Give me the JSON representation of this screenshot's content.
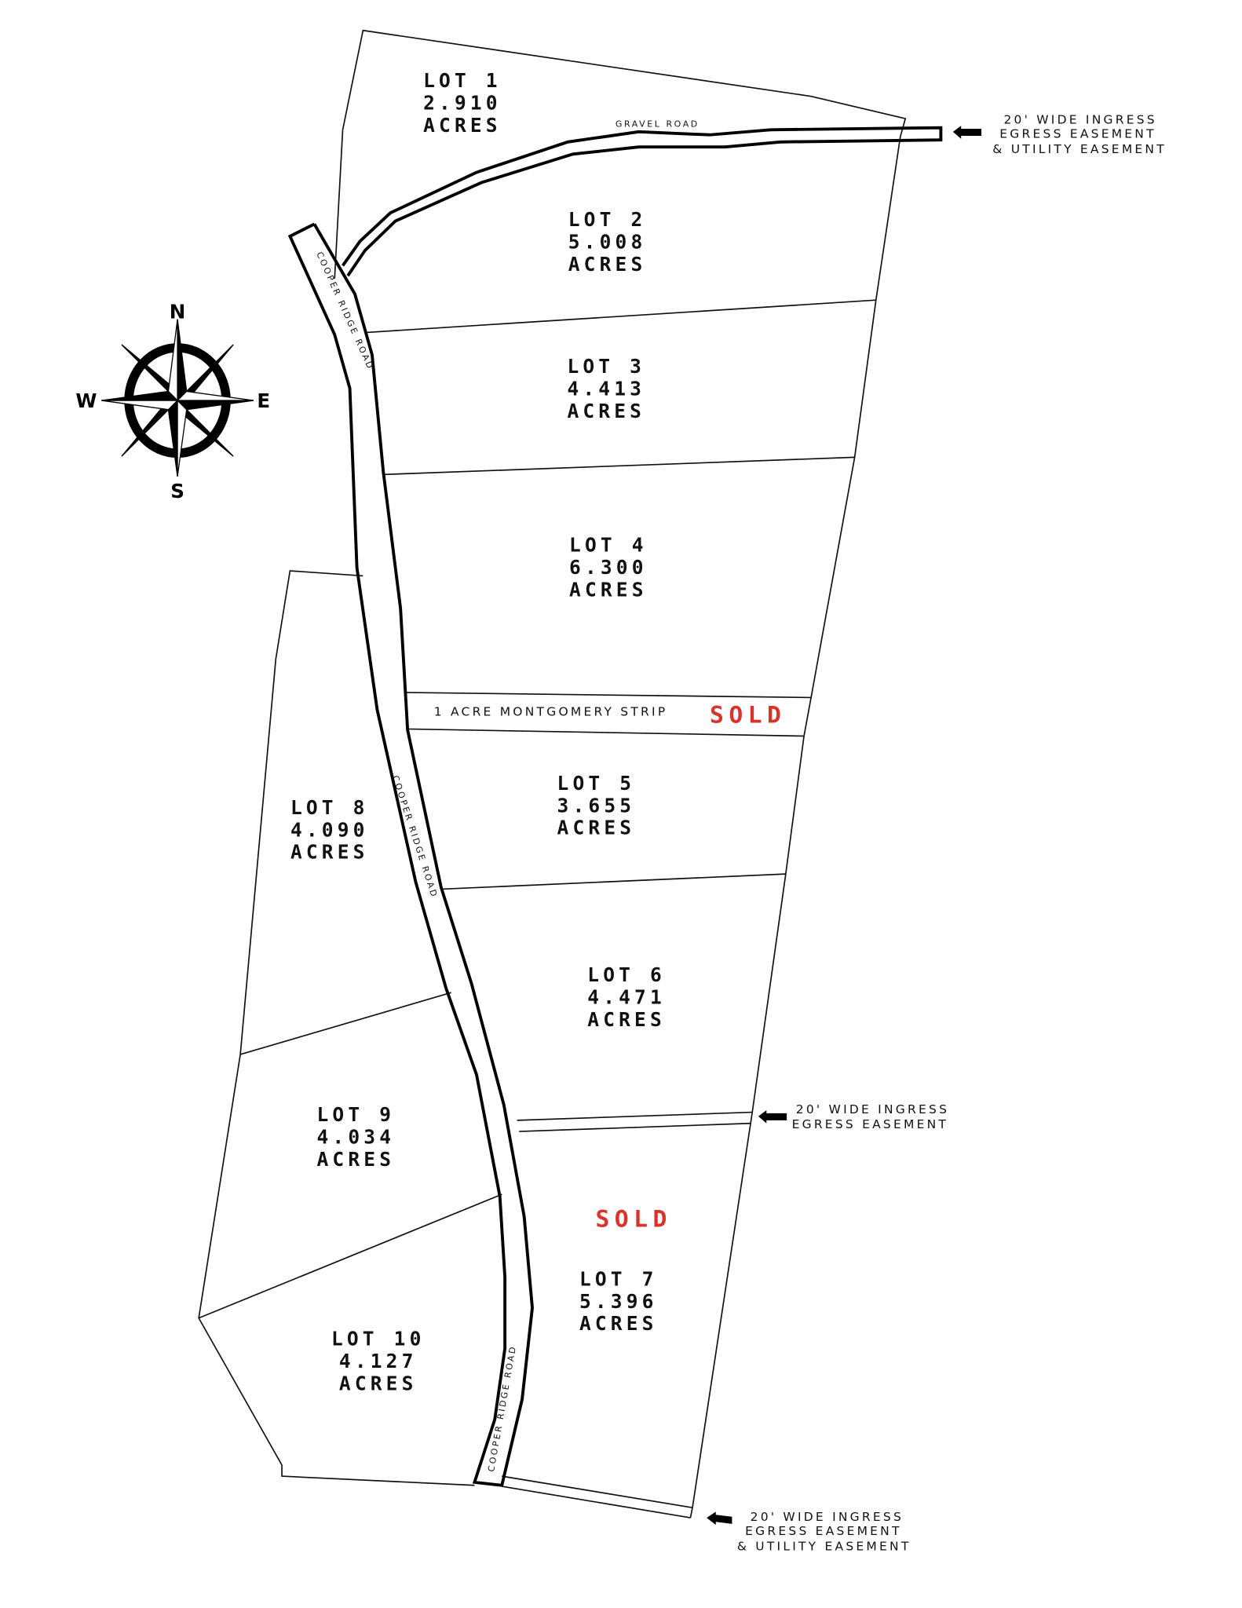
{
  "colors": {
    "sold": "#d9342b",
    "line": "#111111"
  },
  "lots": [
    {
      "name": "LOT 1",
      "acres": "2.910",
      "unit": "ACRES"
    },
    {
      "name": "LOT 2",
      "acres": "5.008",
      "unit": "ACRES"
    },
    {
      "name": "LOT 3",
      "acres": "4.413",
      "unit": "ACRES"
    },
    {
      "name": "LOT 4",
      "acres": "6.300",
      "unit": "ACRES"
    },
    {
      "name": "LOT 5",
      "acres": "3.655",
      "unit": "ACRES"
    },
    {
      "name": "LOT 6",
      "acres": "4.471",
      "unit": "ACRES"
    },
    {
      "name": "LOT 7",
      "acres": "5.396",
      "unit": "ACRES"
    },
    {
      "name": "LOT 8",
      "acres": "4.090",
      "unit": "ACRES"
    },
    {
      "name": "LOT 9",
      "acres": "4.034",
      "unit": "ACRES"
    },
    {
      "name": "LOT 10",
      "acres": "4.127",
      "unit": "ACRES"
    }
  ],
  "strip": {
    "label": "1 ACRE MONTGOMERY STRIP",
    "status": "SOLD"
  },
  "lot7_status": "SOLD",
  "roads": {
    "gravel": "GRAVEL ROAD",
    "cooper": "COOPER RIDGE ROAD"
  },
  "compass": {
    "n": "N",
    "s": "S",
    "e": "E",
    "w": "W"
  },
  "easements": [
    {
      "lines": [
        "20' WIDE INGRESS",
        "EGRESS EASEMENT",
        "& UTILITY EASEMENT"
      ]
    },
    {
      "lines": [
        "20' WIDE INGRESS",
        "EGRESS EASEMENT"
      ]
    },
    {
      "lines": [
        "20' WIDE INGRESS",
        "EGRESS EASEMENT",
        "& UTILITY EASEMENT"
      ]
    }
  ]
}
